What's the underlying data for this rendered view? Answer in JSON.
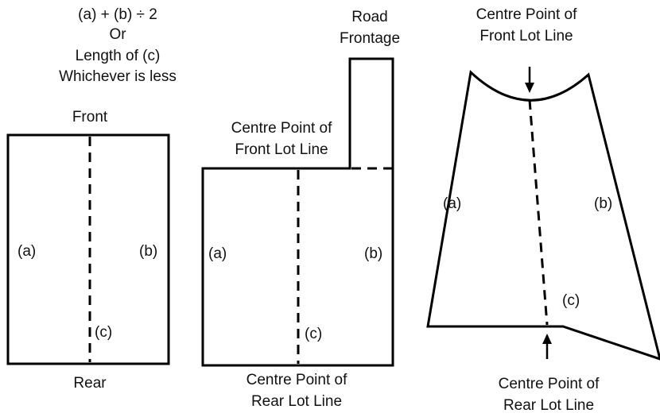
{
  "formula": {
    "line1": "(a) + (b) ÷ 2",
    "line2": "Or",
    "line3": "Length of (c)",
    "line4": "Whichever is less"
  },
  "figure1": {
    "front": "Front",
    "rear": "Rear",
    "side_a": "(a)",
    "side_b": "(b)",
    "center_c": "(c)"
  },
  "figure2": {
    "road_frontage_line1": "Road",
    "road_frontage_line2": "Frontage",
    "front_point_line1": "Centre Point of",
    "front_point_line2": "Front Lot Line",
    "rear_point_line1": "Centre Point of",
    "rear_point_line2": "Rear Lot Line",
    "side_a": "(a)",
    "side_b": "(b)",
    "center_c": "(c)"
  },
  "figure3": {
    "front_point_line1": "Centre Point of",
    "front_point_line2": "Front Lot Line",
    "rear_point_line1": "Centre Point of",
    "rear_point_line2": "Rear Lot Line",
    "side_a": "(a)",
    "side_b": "(b)",
    "center_c": "(c)"
  }
}
